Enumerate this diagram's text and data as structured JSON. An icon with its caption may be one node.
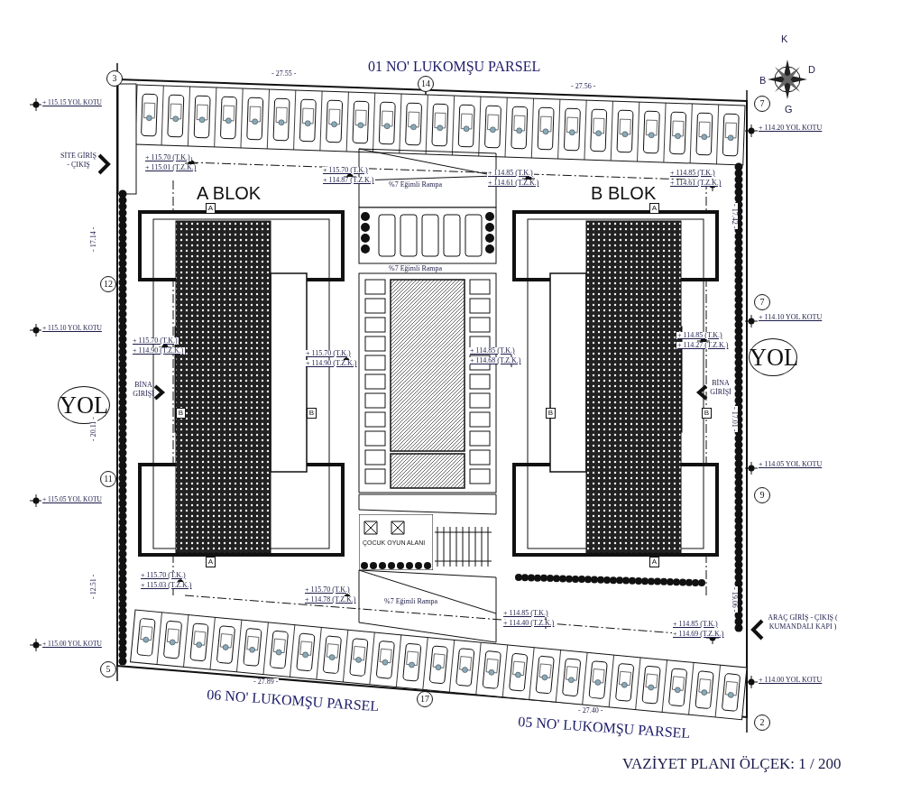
{
  "diagram": {
    "caption": "VAZİYET PLANI ÖLÇEK: 1 / 200",
    "nodes": [
      {
        "text": [
          "A BLOK"
        ]
      },
      {
        "text": [
          "B BLOK"
        ]
      },
      {
        "text": [
          "YOL"
        ]
      },
      {
        "text": [
          "YOL"
        ]
      },
      {
        "text": [
          "ÇOCUK OYUN ALANI"
        ]
      }
    ],
    "labels": [
      "01 NO' LUKOMŞU PARSEL",
      "- 27.55 -",
      "14",
      "- 27.56 -",
      "3",
      "7",
      "K",
      "B",
      "D",
      "G",
      "+ 115.15 YOL KOTU",
      "+ 114.20 YOL KOTU",
      "SİTE GİRİŞ - ÇIKIŞ",
      "+ 115.70 (T.K.)",
      "+ 115.01 (T.Z.K.)",
      "+ 115.70 (T.K.)",
      "+ 114.87 (T.Z.K.)",
      "%7 Eğimli Rampa",
      "+ 114.85 (T.K.)",
      "+ 114.61 (T.Z.K.)",
      "+ 114.85 (T.K.)",
      "+ 114.61 (T.Z.K.)",
      "- 17.14 -",
      "- 17.42 -",
      "A",
      "A",
      "12",
      "+ 115.10 YOL KOTU",
      "7",
      "+ 114.10 YOL KOTU",
      "%7 Eğimli Rampa",
      "+ 115.70 (T.K.)",
      "+ 114.90 (T.Z.K.)",
      "+ 115.70 (T.K.)",
      "+ 114.90 (T.Z.K.)",
      "+ 114.85 (T.K.)",
      "+ 114.68 (T.Z.K.)",
      "+ 114.85 (T.K.)",
      "+ 114.27 (T.Z.K.)",
      "BİNA GİRİŞİ",
      "BİNA GİRİŞİ",
      "- 20.11 -",
      "- 17.01 -",
      "B",
      "B",
      "B",
      "B",
      "11",
      "+ 115.05 YOL KOTU",
      "+ 114.05 YOL KOTU",
      "9",
      "A",
      "A",
      "- 12.51 -",
      "- 19.06 -",
      "+ 115.70 (T.K.)",
      "+ 115.03 (T.Z.K.)",
      "+ 115.70 (T.K.)",
      "+ 114.78 (T.Z.K.)",
      "%7 Eğimli Rampa",
      "+ 114.85 (T.K.)",
      "+ 114.40 (T.Z.K.)",
      "ARAÇ GİRİŞ - ÇIKIŞ ( KUMANDALI KAPI )",
      "+ 114.85 (T.K.)",
      "+ 114.69 (T.Z.K.)",
      "+ 115.00 YOL KOTU",
      "5",
      "- 27.89 -",
      "+ 114.00 YOL KOTU",
      "06 NO' LUKOMŞU PARSEL",
      "17",
      "- 27.40 -",
      "05 NO' LUKOMŞU PARSEL",
      "2"
    ]
  }
}
